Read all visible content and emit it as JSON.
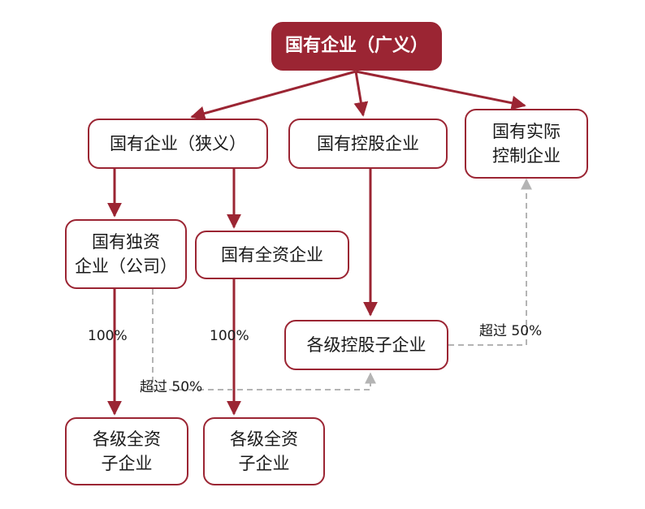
{
  "colors": {
    "accent": "#9b2533",
    "dashed": "#b4b4b4",
    "text": "#1a1a1a"
  },
  "nodes": {
    "root": "国有企业（广义）",
    "narrow": "国有企业（狭义）",
    "holding": "国有控股企业",
    "actual_control": [
      "国有实际",
      "控制企业"
    ],
    "sole_owned": [
      "国有独资",
      "企业（公司）"
    ],
    "wholly_owned": "国有全资企业",
    "holding_subs": "各级控股子企业",
    "wholly_subs_left": [
      "各级全资",
      "子企业"
    ],
    "wholly_subs_right": [
      "各级全资",
      "子企业"
    ]
  },
  "labels": {
    "pct_left": "100%",
    "pct_right": "100%",
    "over50_bottom": "超过 50%",
    "over50_right": "超过 50%"
  }
}
